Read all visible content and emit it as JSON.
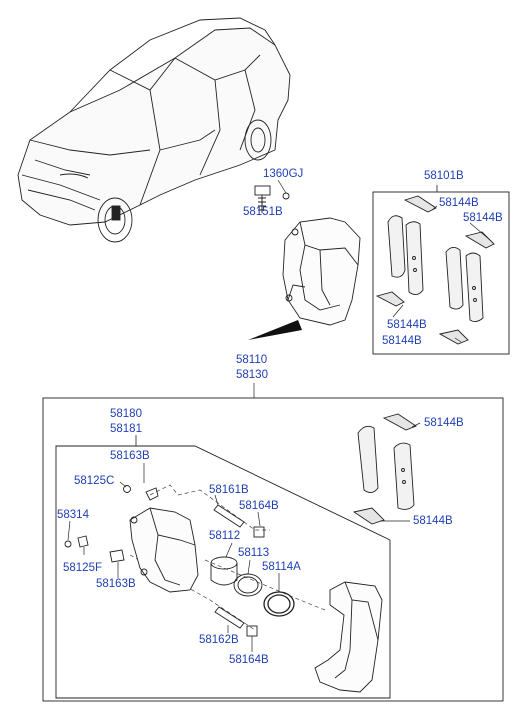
{
  "labels": {
    "p1360GJ": "1360GJ",
    "p58151B": "58151B",
    "p58101B": "58101B",
    "p58144B_a": "58144B",
    "p58144B_b": "58144B",
    "p58144B_c": "58144B",
    "p58144B_d": "58144B",
    "p58110": "58110",
    "p58130": "58130",
    "p58180": "58180",
    "p58181": "58181",
    "p58144B_e": "58144B",
    "p58144B_f": "58144B",
    "p58163B_a": "58163B",
    "p58125C": "58125C",
    "p58161B": "58161B",
    "p58164B_a": "58164B",
    "p58314": "58314",
    "p58112": "58112",
    "p58113": "58113",
    "p58114A": "58114A",
    "p58125F": "58125F",
    "p58163B_b": "58163B",
    "p58162B": "58162B",
    "p58164B_b": "58164B"
  },
  "colors": {
    "label": "#1f3fb4",
    "line": "#000000"
  }
}
